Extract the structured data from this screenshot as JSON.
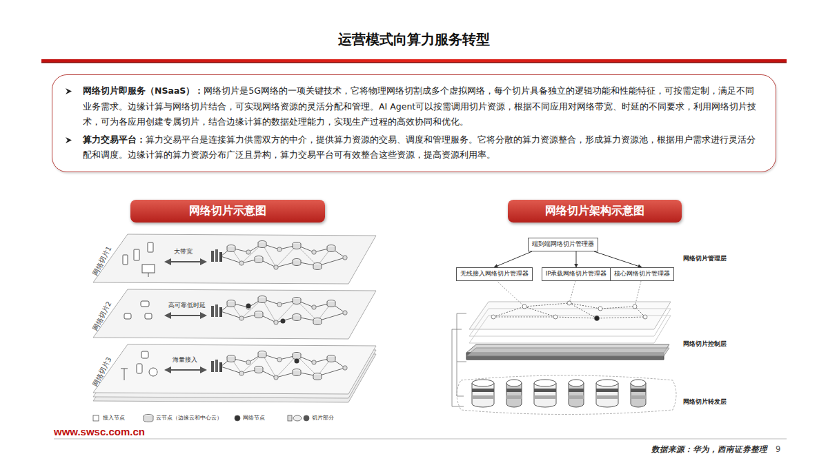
{
  "diagram": {
    "title": "运营模式向算力服务转型",
    "nodes": [
      {
        "text": [
          "网络切片即服务（NSaaS）：",
          "网络切片是5G网络的一项关键技术，它将物理网络切割成多个虚拟网络，每个切片具备独立的逻辑功能和性能特征，可按需定制，满足不同业务需求。边缘计算与网络切片结合，可实现网络资源的灵活分配和管理。AI Agent可以按需调用切片资源，根据不同应用对网络带宽、时延的不同要求，利用网络切片技术，可为各应用创建专属切片，结合边缘计算的数据处理能力，实现生产过程的高效协同和优化。",
          "算力交易平台：",
          "算力交易平台是连接算力供需双方的中介，提供算力资源的交易、调度和管理服务。它将分散的算力资源整合，形成算力资源池，根据用户需求进行灵活分配和调度。边缘计算的算力资源分布广泛且异构，算力交易平台可有效整合这些资源，提高资源利用率。"
        ]
      },
      {
        "text": [
          "网络切片示意图"
        ]
      },
      {
        "text": [
          "网络切片架构示意图"
        ]
      },
      {
        "text": [
          "端到端网络切片管理器"
        ]
      },
      {
        "text": [
          "无线接入网络切片管理器"
        ]
      },
      {
        "text": [
          "IP承载网络切片管理器"
        ]
      },
      {
        "text": [
          "核心网络切片管理器"
        ]
      }
    ],
    "edges": [
      {
        "from": 3,
        "to": 4,
        "arrow": "to"
      },
      {
        "from": 3,
        "to": 5,
        "arrow": "to"
      },
      {
        "from": 3,
        "to": 6,
        "arrow": "to"
      }
    ],
    "labels": [
      "网络切片1",
      "网络切片2",
      "网络切片3",
      "大带宽",
      "高可靠低时延",
      "海量接入",
      "网络切片管理层",
      "网络切片控制层",
      "网络切片转发层",
      "www.swsc.com.cn",
      "数据来源：华为，西南证券整理",
      "9"
    ],
    "legend": [
      {
        "text": "接入节点"
      },
      {
        "text": "云节点（边缘云和中心云）"
      },
      {
        "text": "网络节点"
      },
      {
        "text": "切片部分"
      }
    ]
  }
}
